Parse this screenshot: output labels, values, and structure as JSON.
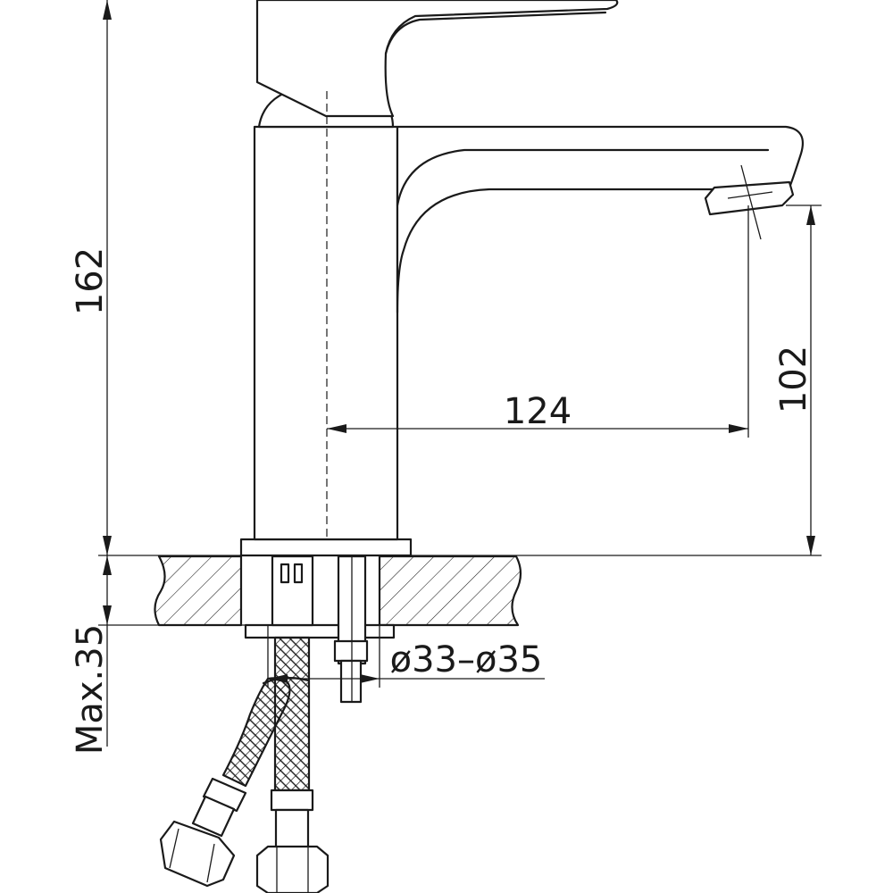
{
  "dimensions": {
    "overall_height": "162",
    "spout_height": "102",
    "spout_reach": "124",
    "hole_diameter": "ø33–ø35",
    "max_counter": "Max.35"
  },
  "colors": {
    "line": "#1a1a1a",
    "background": "#ffffff"
  }
}
